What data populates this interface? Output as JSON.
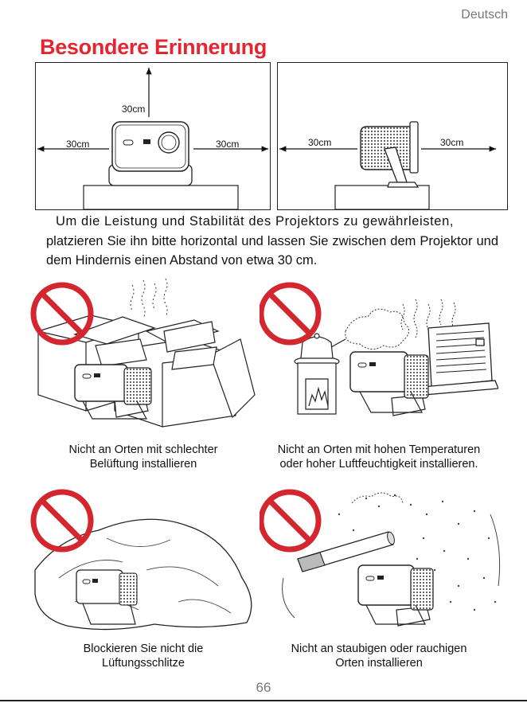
{
  "header": {
    "language": "Deutsch"
  },
  "title": "Besondere Erinnerung",
  "clearance": {
    "top_label": "30cm",
    "left_label": "30cm",
    "right_label": "30cm",
    "side_front_label": "30cm",
    "side_back_label": "30cm"
  },
  "intro": {
    "line1": "Um die Leistung und Stabilität des Projektors zu gewährleisten,",
    "rest": "platzieren Sie ihn bitte horizontal und lassen Sie zwischen dem Projektor und dem Hindernis einen Abstand von etwa 30 cm."
  },
  "warnings": [
    {
      "caption_l1": "Nicht an Orten mit schlechter",
      "caption_l2": "Belüftung installieren"
    },
    {
      "caption_l1": "Nicht an Orten mit hohen Temperaturen",
      "caption_l2": "oder hoher Luftfeuchtigkeit installieren."
    },
    {
      "caption_l1": "Blockieren Sie nicht die",
      "caption_l2": "Lüftungsschlitze"
    },
    {
      "caption_l1": "Nicht an staubigen oder rauchigen",
      "caption_l2": "Orten installieren"
    }
  ],
  "footer": {
    "page_number": "66"
  },
  "colors": {
    "title": "#e3262f",
    "prohibit": "#d3262e",
    "text": "#111111",
    "muted": "#777777"
  },
  "icons": [
    "prohibition-sign-icon",
    "projector-icon",
    "box-icon",
    "stove-icon",
    "kettle-icon",
    "heater-icon",
    "cloth-icon",
    "cigarette-icon"
  ]
}
